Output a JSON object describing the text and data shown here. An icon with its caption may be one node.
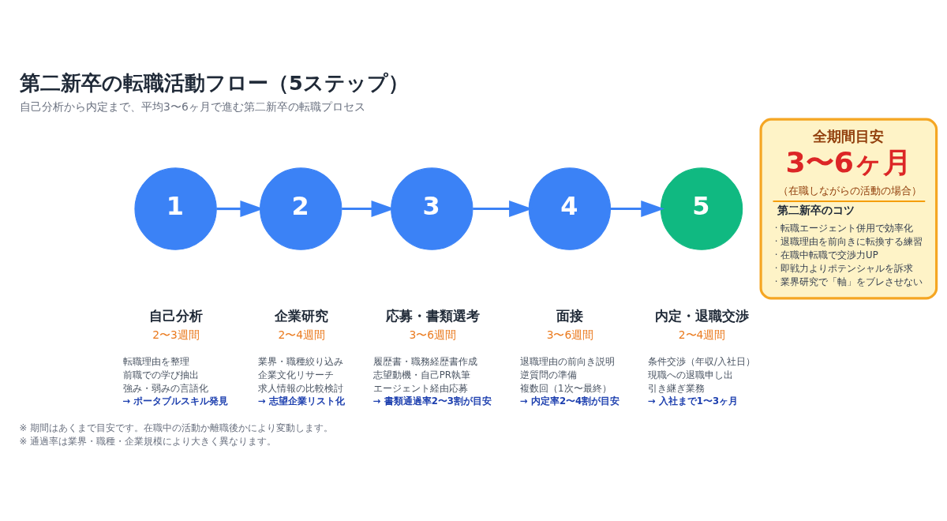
{
  "diagram": {
    "title": "第二新卒の転職活動フロー（5ステップ）",
    "caption": "自己分析から内定まで、平均3〜6ヶ月で進む第二新卒の転職プロセス",
    "nodes": [
      {
        "text": [
          "1"
        ],
        "beside": [
          "自己分析",
          "2〜3週間",
          "転職理由を整理",
          "前職での学び抽出",
          "強み・弱みの言語化",
          "→ ポータブルスキル発見"
        ]
      },
      {
        "text": [
          "2"
        ],
        "beside": [
          "企業研究",
          "2〜4週間",
          "業界・職種絞り込み",
          "企業文化リサーチ",
          "求人情報の比較検討",
          "→ 志望企業リスト化"
        ]
      },
      {
        "text": [
          "3"
        ],
        "beside": [
          "応募・書類選考",
          "3〜6週間",
          "履歴書・職務経歴書作成",
          "志望動機・自己PR執筆",
          "エージェント経由応募",
          "→ 書類通過率2〜3割が目安"
        ]
      },
      {
        "text": [
          "4"
        ],
        "beside": [
          "面接",
          "3〜6週間",
          "退職理由の前向き説明",
          "逆質問の準備",
          "複数回（1次〜最終）",
          "→ 内定率2〜4割が目安"
        ]
      },
      {
        "text": [
          "5"
        ],
        "beside": [
          "内定・退職交渉",
          "2〜4週間",
          "条件交渉（年収/入社日）",
          "現職への退職申し出",
          "引き継ぎ業務",
          "→ 入社まで1〜3ヶ月"
        ]
      },
      {
        "text": [
          "全期間目安",
          "3〜6ヶ月",
          "（在職しながらの活動の場合）",
          "第二新卒のコツ",
          "· 転職エージェント併用で効率化",
          "· 退職理由を前向きに転換する練習",
          "· 在職中転職で交渉力UP",
          "· 即戦力よりポテンシャルを訴求",
          "· 業界研究で「軸」をブレさせない"
        ]
      }
    ],
    "edges": [
      {
        "from": 0,
        "to": 1,
        "arrow": "to"
      },
      {
        "from": 1,
        "to": 2,
        "arrow": "to"
      },
      {
        "from": 2,
        "to": 3,
        "arrow": "to"
      },
      {
        "from": 3,
        "to": 4,
        "arrow": "to"
      }
    ],
    "labels": [
      "※ 期間はあくまで目安です。在職中の活動か離職後かにより変動します。",
      "※ 通過率は業界・職種・企業規模により大きく異なります。"
    ]
  }
}
